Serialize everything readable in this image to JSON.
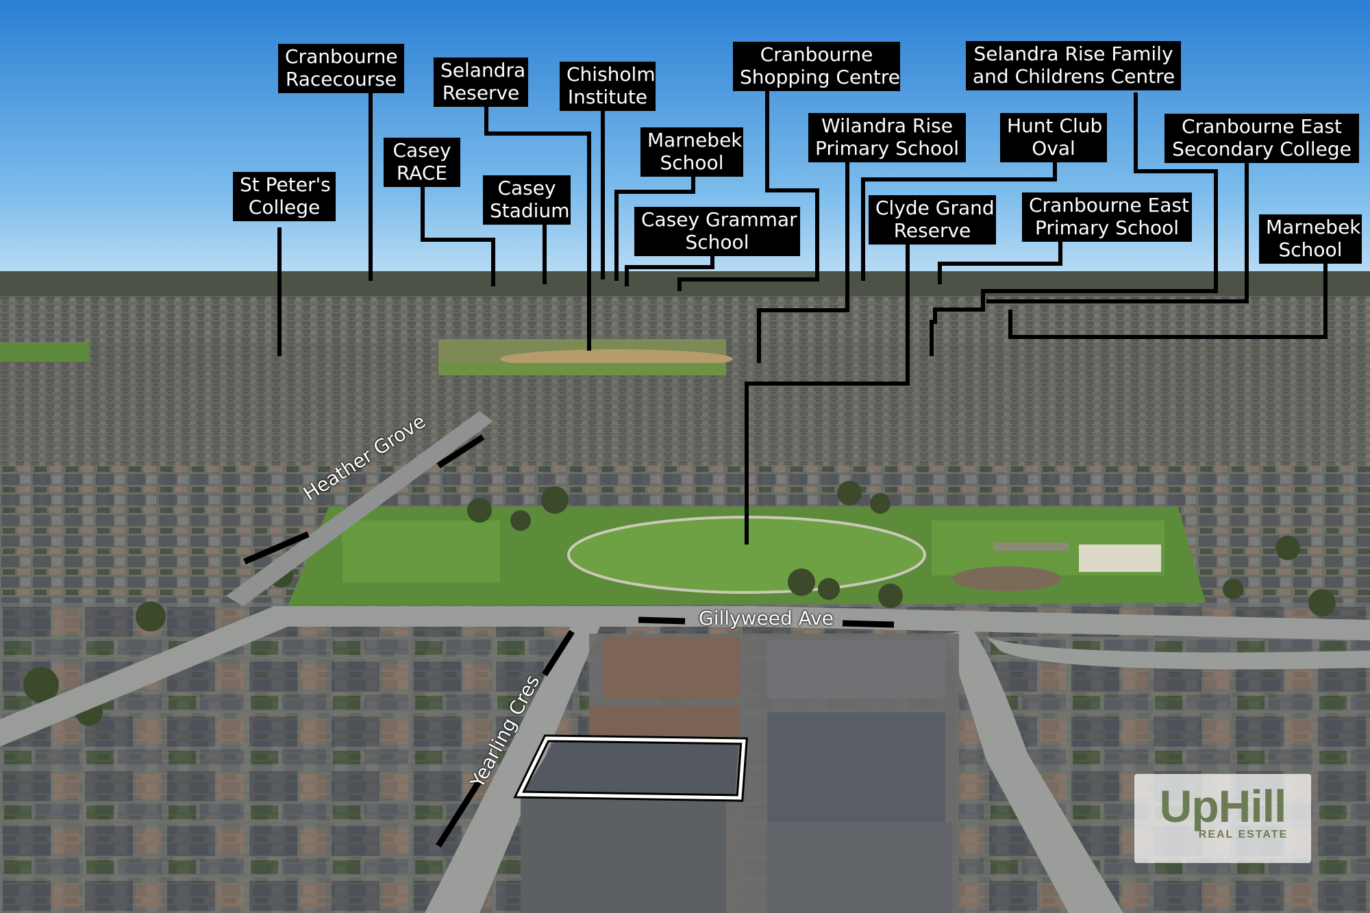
{
  "labels": [
    {
      "id": "st-peters-college",
      "lines": [
        "St Peter's",
        "College"
      ]
    },
    {
      "id": "cranbourne-racecourse",
      "lines": [
        "Cranbourne",
        "Racecourse"
      ]
    },
    {
      "id": "casey-race",
      "lines": [
        "Casey",
        "RACE"
      ]
    },
    {
      "id": "selandra-reserve",
      "lines": [
        "Selandra",
        "Reserve"
      ]
    },
    {
      "id": "casey-stadium",
      "lines": [
        "Casey",
        "Stadium"
      ]
    },
    {
      "id": "chisholm-institute",
      "lines": [
        "Chisholm",
        "Institute"
      ]
    },
    {
      "id": "marnebek-school-1",
      "lines": [
        "Marnebek",
        "School"
      ]
    },
    {
      "id": "casey-grammar-school",
      "lines": [
        "Casey Grammar",
        "School"
      ]
    },
    {
      "id": "cranbourne-shopping-centre",
      "lines": [
        "Cranbourne",
        "Shopping Centre"
      ]
    },
    {
      "id": "wilandra-rise-primary-school",
      "lines": [
        "Wilandra Rise",
        "Primary School"
      ]
    },
    {
      "id": "clyde-grand-reserve",
      "lines": [
        "Clyde Grand",
        "Reserve"
      ]
    },
    {
      "id": "hunt-club-oval",
      "lines": [
        "Hunt Club",
        "Oval"
      ]
    },
    {
      "id": "cranbourne-east-primary-school",
      "lines": [
        "Cranbourne East",
        "Primary School"
      ]
    },
    {
      "id": "selandra-rise-family-centre",
      "lines": [
        "Selandra Rise Family",
        "and Childrens Centre"
      ]
    },
    {
      "id": "cranbourne-east-secondary-college",
      "lines": [
        "Cranbourne East",
        "Secondary College"
      ]
    },
    {
      "id": "marnebek-school-2",
      "lines": [
        "Marnebek",
        "School"
      ]
    }
  ],
  "streets": {
    "heather_grove": "Heather Grove",
    "gillyweed_ave": "Gillyweed Ave",
    "yearling_cres": "Yearling Cres"
  },
  "logo": {
    "name": "UpHill",
    "tagline": "REAL ESTATE",
    "color": "#6b7c55"
  },
  "colors": {
    "label_bg": "#000000",
    "label_text": "#ffffff",
    "sky_top": "#2f86d6",
    "sky_bottom": "#a9d4f2",
    "grass": "#5c8c3a"
  }
}
